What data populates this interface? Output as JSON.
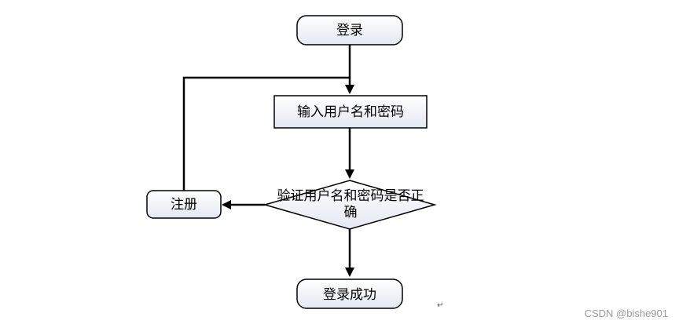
{
  "flowchart": {
    "nodes": {
      "login": "登录",
      "input": "输入用户名和密码",
      "verify_line1": "验证用户名和密码是否正",
      "verify_line2": "确",
      "register": "注册",
      "success": "登录成功"
    },
    "edges": [
      {
        "from": "login",
        "to": "input"
      },
      {
        "from": "input",
        "to": "verify"
      },
      {
        "from": "verify",
        "to": "register"
      },
      {
        "from": "register",
        "to": "input"
      },
      {
        "from": "verify",
        "to": "success"
      }
    ]
  },
  "colors": {
    "line": "#000000",
    "node_fill_top": "#ffffff",
    "node_fill_bottom": "#e6eaf2",
    "node_stroke": "#000000"
  },
  "watermark": "CSDN @bishe901",
  "paragraph_mark": "↵"
}
